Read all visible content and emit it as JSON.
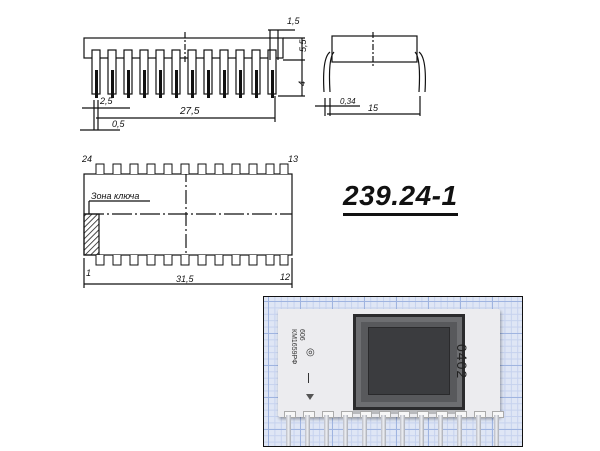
{
  "package_title": "239.24-1",
  "top_view": {
    "dimensions": {
      "pin_pitch": "2,5",
      "pin_width": "0,5",
      "pin_span": "27,5",
      "body_height": "5,5",
      "lead_length": "4",
      "lead_offset": "1,5"
    }
  },
  "side_view": {
    "dimensions": {
      "lead_thickness": "0,34",
      "row_spacing": "15"
    }
  },
  "plan_view": {
    "key_zone_label": "Зона ключа",
    "pin_labels": {
      "top_left": "24",
      "top_right": "13",
      "bottom_left": "1",
      "bottom_right": "12"
    },
    "length": "31,5"
  },
  "photo": {
    "marking_line1": "606",
    "marking_line2": "КМ1659РФ",
    "code": "0402",
    "colors": {
      "grid_bg": "#dfe6f5",
      "grid_line": "#9fb4e0",
      "body": "#ececef",
      "lid": "#58595c"
    }
  }
}
